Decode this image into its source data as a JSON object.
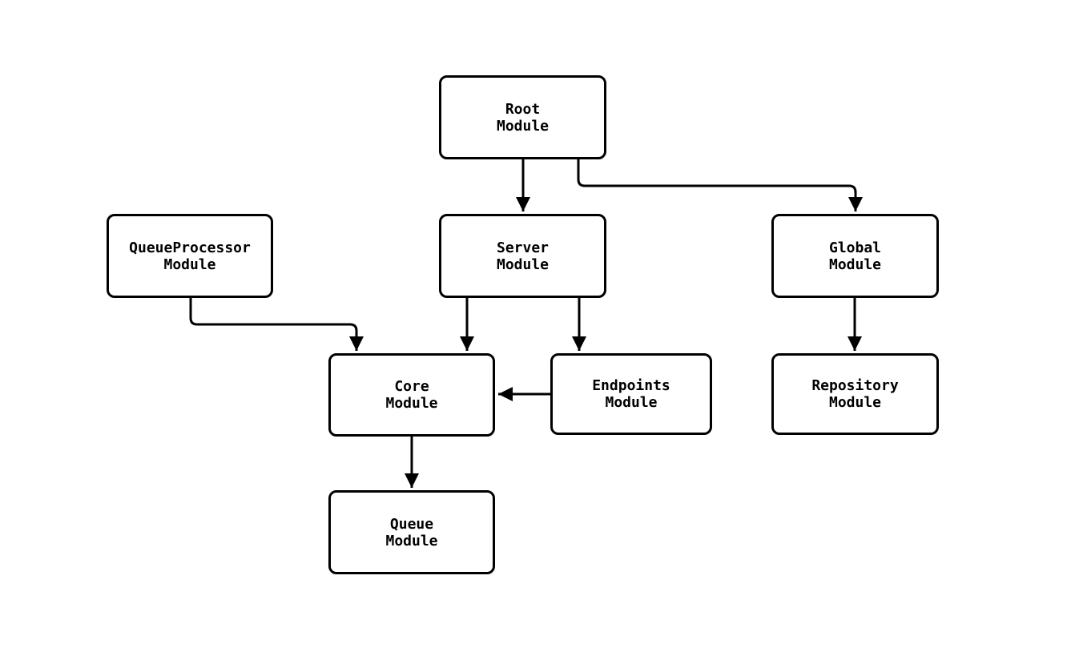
{
  "diagram": {
    "type": "module-dependency-flowchart",
    "colors": {
      "line": "#000000",
      "node_border": "#000000",
      "node_fill": "#ffffff",
      "background": "#ffffff",
      "text": "#000000"
    },
    "nodes": {
      "root": {
        "line1": "Root",
        "line2": "Module"
      },
      "queueproc": {
        "line1": "QueueProcessor",
        "line2": "Module"
      },
      "server": {
        "line1": "Server",
        "line2": "Module"
      },
      "global": {
        "line1": "Global",
        "line2": "Module"
      },
      "core": {
        "line1": "Core",
        "line2": "Module"
      },
      "endpoints": {
        "line1": "Endpoints",
        "line2": "Module"
      },
      "repository": {
        "line1": "Repository",
        "line2": "Module"
      },
      "queue": {
        "line1": "Queue",
        "line2": "Module"
      }
    },
    "edges": [
      {
        "from": "Root Module",
        "to": "Server Module"
      },
      {
        "from": "Root Module",
        "to": "Global Module"
      },
      {
        "from": "QueueProcessor Module",
        "to": "Core Module"
      },
      {
        "from": "Server Module",
        "to": "Core Module"
      },
      {
        "from": "Server Module",
        "to": "Endpoints Module"
      },
      {
        "from": "Endpoints Module",
        "to": "Core Module"
      },
      {
        "from": "Global Module",
        "to": "Repository Module"
      },
      {
        "from": "Core Module",
        "to": "Queue Module"
      }
    ]
  }
}
